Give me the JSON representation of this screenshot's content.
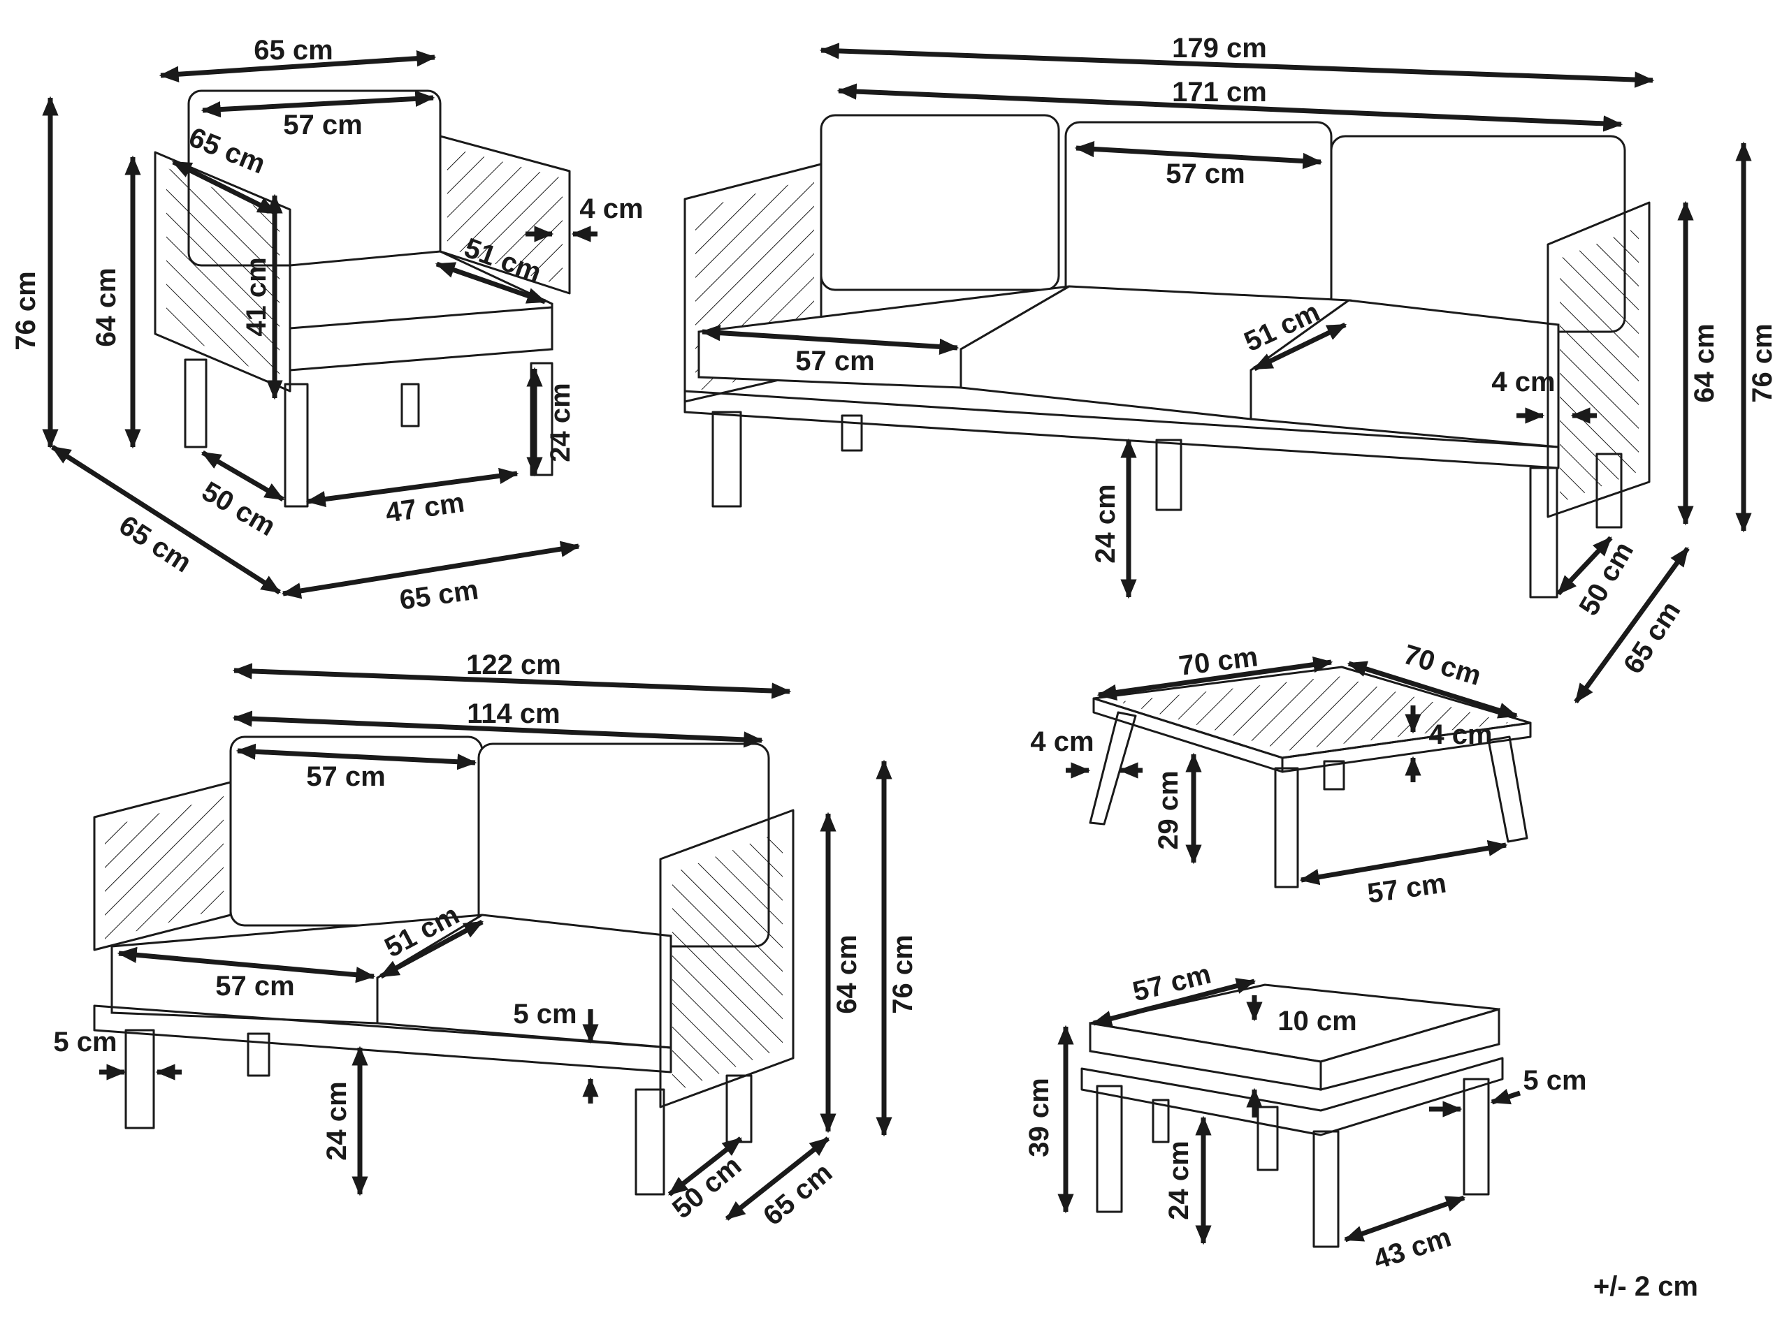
{
  "tolerance": "+/- 2 cm",
  "armchair": {
    "width_total": "65 cm",
    "backrest_width": "57 cm",
    "armrest_depth": "65 cm",
    "seat_depth": "51 cm",
    "backrest_height": "41 cm",
    "armrest_thickness": "4 cm",
    "height_total": "76 cm",
    "armrest_height": "64 cm",
    "leg_height": "24 cm",
    "inner_depth": "50 cm",
    "seat_width": "47 cm",
    "depth_base": "65 cm",
    "width_base": "65 cm"
  },
  "sofa3": {
    "width_total": "179 cm",
    "width_inner": "171 cm",
    "back_cushion": "57 cm",
    "seat_cushion": "57 cm",
    "seat_depth": "51 cm",
    "armrest_thickness": "4 cm",
    "leg_height": "24 cm",
    "armrest_height": "64 cm",
    "height_total": "76 cm",
    "inner_depth": "50 cm",
    "depth_total": "65 cm"
  },
  "sofa2": {
    "width_total": "122 cm",
    "width_inner": "114 cm",
    "back_cushion": "57 cm",
    "seat_depth": "51 cm",
    "seat_cushion": "57 cm",
    "frame_thickness": "5 cm",
    "leg_thickness": "5 cm",
    "leg_height": "24 cm",
    "armrest_height": "64 cm",
    "height_total": "76 cm",
    "inner_depth": "50 cm",
    "depth_total": "65 cm"
  },
  "table": {
    "width": "70 cm",
    "depth": "70 cm",
    "top_thickness": "4 cm",
    "leg_thickness": "4 cm",
    "height": "29 cm",
    "leg_span": "57 cm"
  },
  "ottoman": {
    "cushion": "57 cm",
    "cushion_thickness": "10 cm",
    "leg_thickness": "5 cm",
    "height": "39 cm",
    "leg_height": "24 cm",
    "leg_span": "43 cm"
  }
}
